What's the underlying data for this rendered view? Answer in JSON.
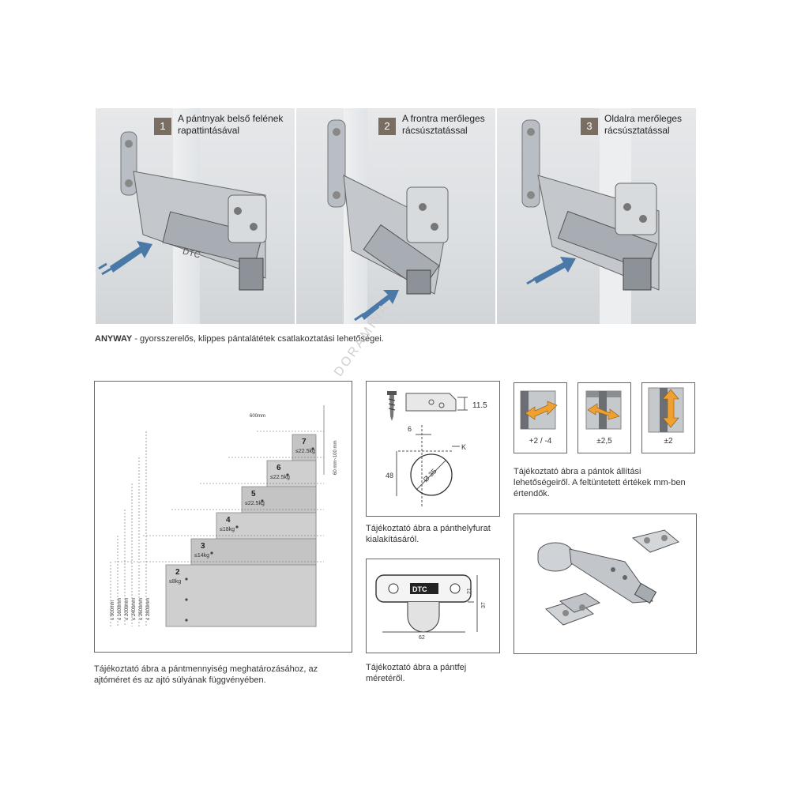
{
  "steps": [
    {
      "num": "1",
      "text": "A pántnyak belső felének rapattintásával"
    },
    {
      "num": "2",
      "text": "A frontra merőleges rácsúsztatással"
    },
    {
      "num": "3",
      "text": "Oldalra merőleges rácsúsztatással"
    }
  ],
  "photo_brand": "DTC",
  "headline": {
    "bold": "ANYWAY",
    "rest": " - gyorsszerelős, klippes pántalátétek csatlakoztatási lehetőségei."
  },
  "watermark": "DORAMINA",
  "door_chart": {
    "hinges": [
      {
        "num": "2",
        "weight": "≤8kg",
        "height": "≤ 900mm"
      },
      {
        "num": "3",
        "weight": "≤14kg",
        "height": "≤ 1600mm"
      },
      {
        "num": "4",
        "weight": "≤18kg",
        "height": "≤ 2000mm"
      },
      {
        "num": "5",
        "weight": "≤22.5kg",
        "height": "≤ 2400mm"
      },
      {
        "num": "6",
        "weight": "≤22.5kg",
        "height": "≤ 2600mm"
      },
      {
        "num": "7",
        "weight": "≤22.5kg",
        "height": "≤ 2800mm"
      }
    ],
    "width_label": "600mm",
    "margin_label": "60 mm~100 mm",
    "caption": "Tájékoztató ábra a pántmennyiség meghatározásához, az ajtóméret és az ajtó súlyának függvényében."
  },
  "drill": {
    "dim_top": "11.5",
    "dim_6": "6",
    "dim_k": "K",
    "dim_48": "48",
    "dim_35": "Ø 35",
    "caption": "Tájékoztató ábra a pánthelyfurat kialakításáról."
  },
  "cup": {
    "brand": "DTC",
    "dim_21": "21",
    "dim_37": "37",
    "dim_62": "62",
    "caption": "Tájékoztató ábra a pántfej méretéről."
  },
  "adjust": {
    "values": [
      "+2 / -4",
      "±2,5",
      "±2"
    ],
    "caption": "Tájékoztató ábra a pántok állítási lehetőségeiről. A feltüntetett értékek mm-ben értendők.",
    "arrow_color": "#f0a030"
  }
}
